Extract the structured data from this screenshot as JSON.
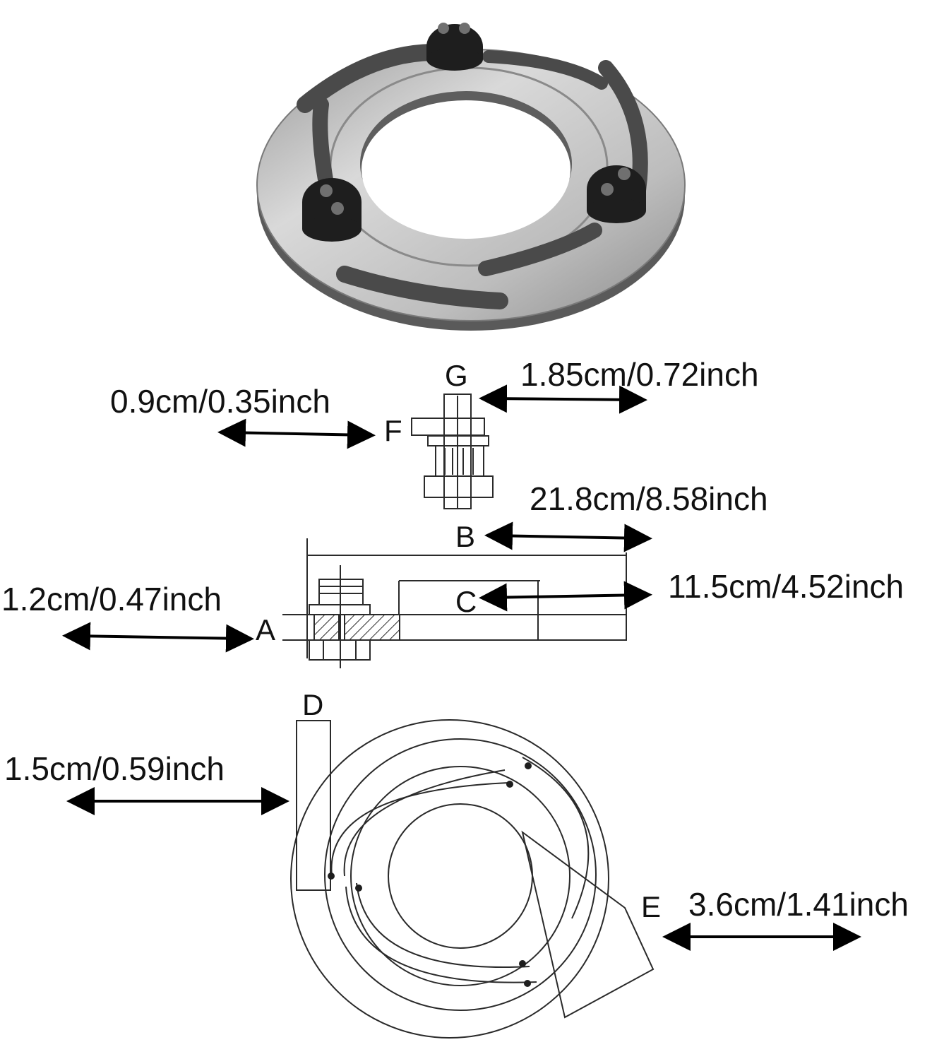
{
  "labels": {
    "G": "G",
    "F": "F",
    "B": "B",
    "C": "C",
    "A": "A",
    "D": "D",
    "E": "E"
  },
  "dimensions": {
    "G": "1.85cm/0.72inch",
    "F": "0.9cm/0.35inch",
    "B": "21.8cm/8.58inch",
    "C": "11.5cm/4.52inch",
    "A": "1.2cm/0.47inch",
    "D": "1.5cm/0.59inch",
    "E": "3.6cm/1.41inch"
  },
  "colors": {
    "background": "#ffffff",
    "line": "#2a2a2a",
    "text": "#111111",
    "plate_light": "#d6d6d6",
    "plate_dark": "#6e6e6e",
    "screw": "#1e1e1e"
  },
  "icons": {
    "photo": "jaw-boring-ring-photo",
    "arrow": "double-headed-arrow"
  }
}
